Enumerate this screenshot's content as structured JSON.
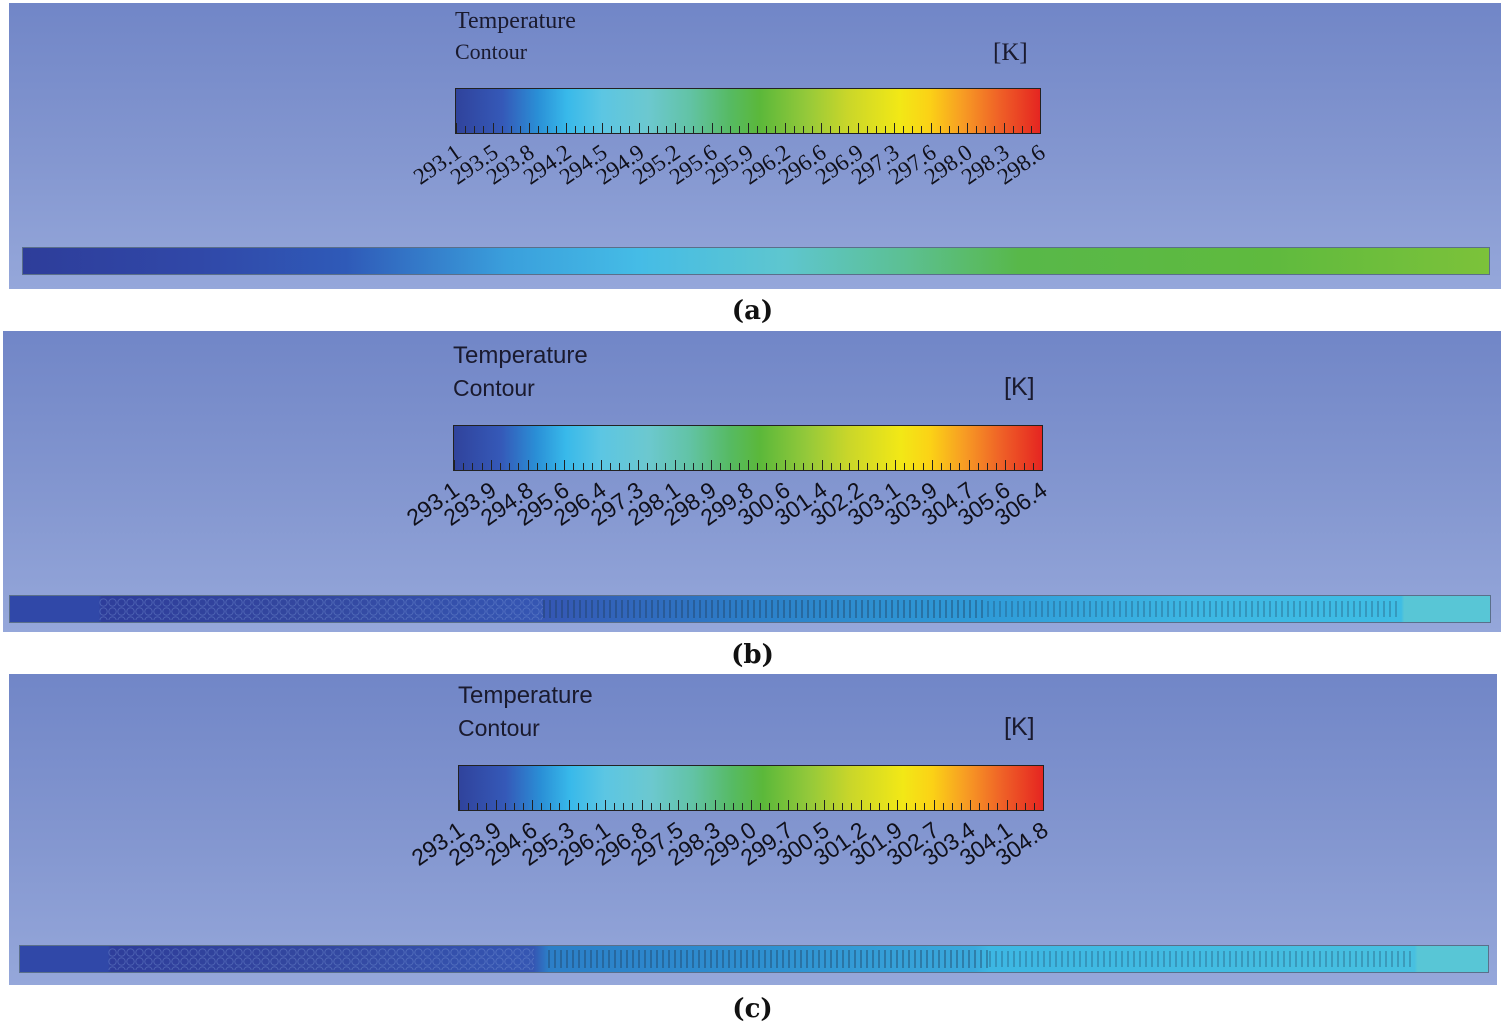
{
  "panels": [
    {
      "title": "Temperature",
      "subtitle": "Contour",
      "unit": "[K]",
      "ticks": [
        "293.1",
        "293.5",
        "293.8",
        "294.2",
        "294.5",
        "294.9",
        "295.2",
        "295.6",
        "295.9",
        "296.2",
        "296.6",
        "296.9",
        "297.3",
        "297.6",
        "298.0",
        "298.3",
        "298.6"
      ],
      "caption": "(a)",
      "pipe_colors": [
        "#2e3d9a",
        "#3b4fb0",
        "#39b6e6",
        "#5fc4c3",
        "#58b849",
        "#6cbd3c"
      ]
    },
    {
      "title": "Temperature",
      "subtitle": "Contour",
      "unit": "[K]",
      "ticks": [
        "293.1",
        "293.9",
        "294.8",
        "295.6",
        "296.4",
        "297.3",
        "298.1",
        "298.9",
        "299.8",
        "300.6",
        "301.4",
        "302.2",
        "303.1",
        "303.9",
        "304.7",
        "305.6",
        "306.4"
      ],
      "caption": "(b)",
      "pipe_colors": [
        "#3048a8",
        "#2e3d9a",
        "#33479f",
        "#2c8ad0",
        "#3db7e3",
        "#58c6d6"
      ]
    },
    {
      "title": "Temperature",
      "subtitle": "Contour",
      "unit": "[K]",
      "ticks": [
        "293.1",
        "293.9",
        "294.6",
        "295.3",
        "296.1",
        "296.8",
        "297.5",
        "298.3",
        "299.0",
        "299.7",
        "300.5",
        "301.2",
        "301.9",
        "302.7",
        "303.4",
        "304.1",
        "304.8"
      ],
      "caption": "(c)",
      "pipe_colors": [
        "#3048a8",
        "#2e3d9a",
        "#33479f",
        "#2c8ad0",
        "#3db7e3",
        "#58c6d6"
      ]
    }
  ]
}
